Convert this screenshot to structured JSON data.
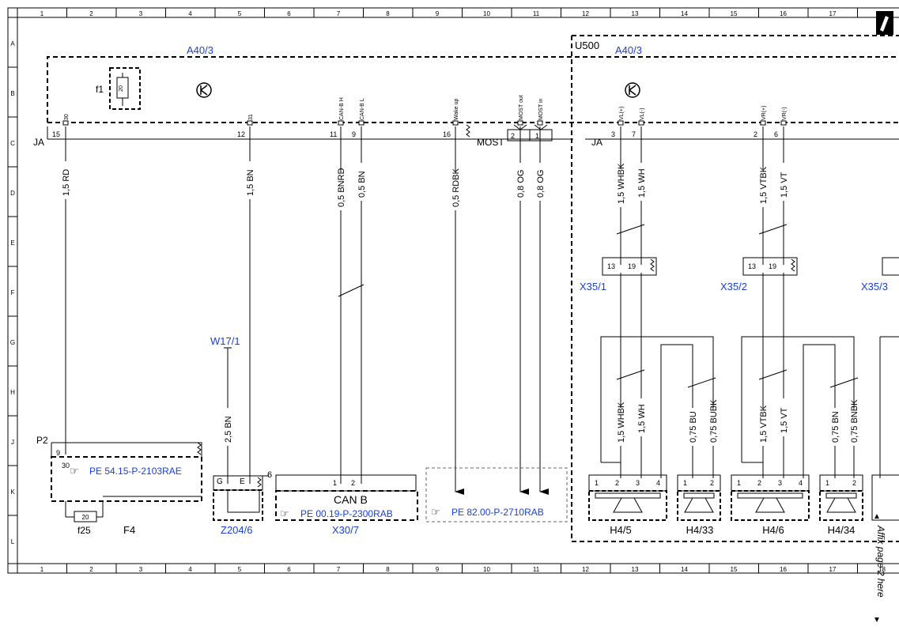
{
  "grid": {
    "columns": [
      "1",
      "2",
      "3",
      "4",
      "5",
      "6",
      "7",
      "8",
      "9",
      "10",
      "11",
      "12",
      "13",
      "14",
      "15",
      "16",
      "17",
      "18"
    ],
    "rows": [
      "A",
      "B",
      "C",
      "D",
      "E",
      "F",
      "G",
      "H",
      "J",
      "K",
      "L"
    ]
  },
  "components": {
    "a40_3_left": "A40/3",
    "a40_3_right": "A40/3",
    "u500": "U500",
    "f1": "f1",
    "f1_value": "20",
    "ja_left": "JA",
    "ja_right": "JA",
    "most": "MOST",
    "w17_1": "W17/1",
    "p2": "P2",
    "f4": "F4",
    "f25": "f25",
    "f25_value": "20",
    "z204_6": "Z204/6",
    "x30_7": "X30/7",
    "can_b": "CAN B",
    "x35_1": "X35/1",
    "x35_2": "X35/2",
    "x35_3": "X35/3",
    "h4_5": "H4/5",
    "h4_33": "H4/33",
    "h4_6": "H4/6",
    "h4_34": "H4/34",
    "z204_pin_g": "G",
    "z204_pin_e": "E",
    "z204_num": "6"
  },
  "refs": {
    "pe_54": "PE 54.15-P-2103RAE",
    "pe_00": "PE 00.19-P-2300RAB",
    "pe_82": "PE 82.00-P-2710RAB"
  },
  "signals": {
    "s30": "30",
    "s31": "31",
    "canbh": "CAN-B H",
    "canbl": "CAN-B L",
    "wake": "Wake up",
    "most_out": "MOST out",
    "most_in": "MOST in",
    "vlp": "VL(+)",
    "vlm": "VL(-)",
    "vrp": "VR(+)",
    "vrm": "VR(-)"
  },
  "pins": {
    "p15": "15",
    "p12": "12",
    "p11": "11",
    "p9": "9",
    "p16": "16",
    "m2": "2",
    "m1": "1",
    "p3": "3",
    "p7": "7",
    "p2": "2",
    "p6": "6",
    "x13a": "13",
    "x19a": "19",
    "x13b": "13",
    "x19b": "19",
    "p2_9": "9",
    "p2_30": "30",
    "x30_1": "1",
    "x30_2": "2",
    "h45_1": "1",
    "h45_2": "2",
    "h45_3": "3",
    "h45_4": "4",
    "h433_1": "1",
    "h433_2": "2",
    "h46_1": "1",
    "h46_2": "2",
    "h46_3": "3",
    "h46_4": "4",
    "h434_1": "1",
    "h434_2": "2"
  },
  "wires": {
    "w_rd": "1,5 RD",
    "w_bn": "1,5 BN",
    "w_bnrd": "0,5 BNRD",
    "w_bn05": "0,5 BN",
    "w_rdbk": "0,5 RDBK",
    "w_og1": "0,8 OG",
    "w_og2": "0,8 OG",
    "w_whbk": "1,5 WHBK",
    "w_wh": "1,5 WH",
    "w_vtbk": "1,5 VTBK",
    "w_vt": "1,5 VT",
    "w_whbk2": "1,5 WHBK",
    "w_wh2": "1,5 WH",
    "w_bu": "0,75 BU",
    "w_bubk": "0,75 BUBK",
    "w_vtbk2": "1,5 VTBK",
    "w_vt2": "1,5 VT",
    "w_bn075": "0,75 BN",
    "w_bnbk": "0,75 BNBK",
    "w_w17": "2,5 BN"
  },
  "side_note": "Affix page 2 here",
  "symbols": {
    "colors": {
      "blue": "#1a3fd6",
      "line": "#000000",
      "grey": "#888888"
    },
    "icons": [
      "pointing-hand-icon",
      "ground-symbol-icon",
      "fuse-icon",
      "speaker-icon",
      "arrow-icon"
    ]
  }
}
